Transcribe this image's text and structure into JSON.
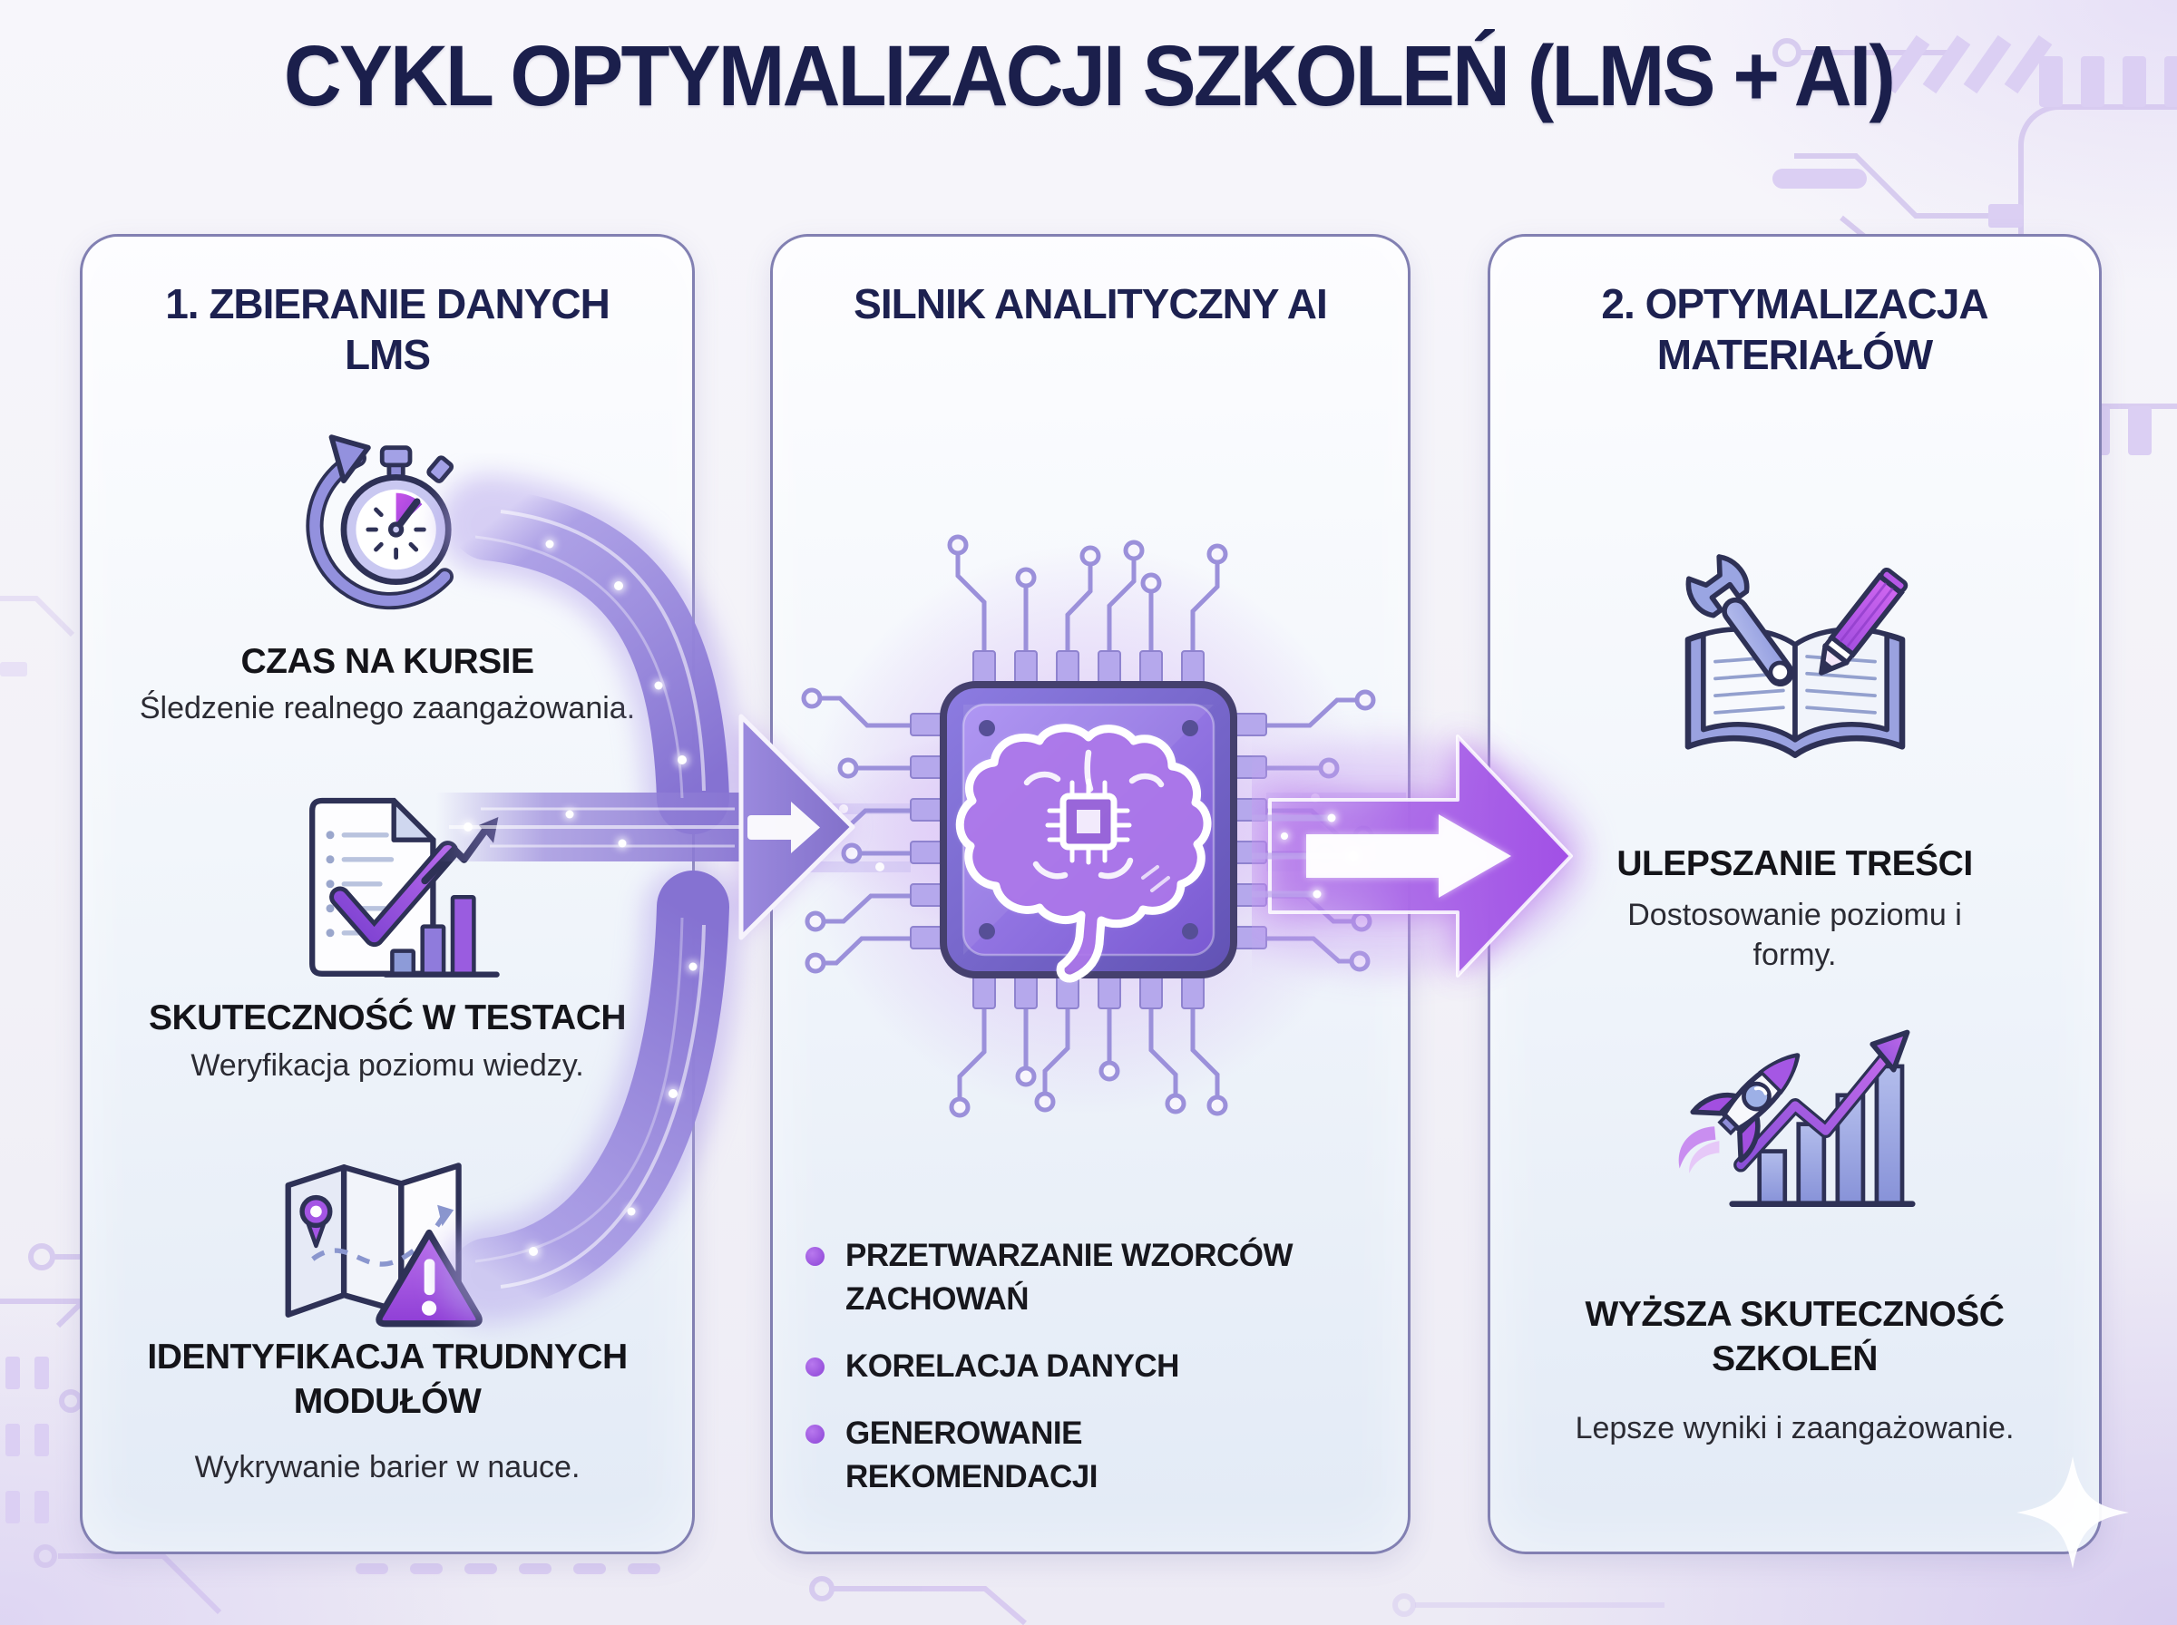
{
  "title": "CYKL OPTYMALIZACJI SZKOLEŃ (LMS + AI)",
  "panels": {
    "left": {
      "header": "1. ZBIERANIE DANYCH LMS",
      "items": [
        {
          "icon": "stopwatch-icon",
          "title": "CZAS NA KURSIE",
          "desc": "Śledzenie realnego zaangażowania."
        },
        {
          "icon": "test-score-chart-icon",
          "title": "SKUTECZNOŚĆ W TESTACH",
          "desc": "Weryfikacja poziomu wiedzy."
        },
        {
          "icon": "map-warning-icon",
          "title": "IDENTYFIKACJA TRUDNYCH MODUŁÓW",
          "desc": "Wykrywanie barier w nauce."
        }
      ]
    },
    "center": {
      "header": "SILNIK ANALITYCZNY AI",
      "icon": "ai-brain-chip-icon",
      "bullets": [
        "PRZETWARZANIE WZORCÓW ZACHOWAŃ",
        "KORELACJA DANYCH",
        "GENEROWANIE REKOMENDACJI"
      ]
    },
    "right": {
      "header": "2. OPTYMALIZACJA MATERIAŁÓW",
      "items": [
        {
          "icon": "book-tools-icon",
          "title": "ULEPSZANIE TREŚCI",
          "desc": "Dostosowanie poziomu i formy."
        },
        {
          "icon": "rocket-growth-icon",
          "title": "WYŻSZA SKUTECZNOŚĆ SZKOLEŃ",
          "desc": "Lepsze wyniki i zaangażowanie."
        }
      ]
    }
  },
  "icons": [
    "stopwatch-icon",
    "test-score-chart-icon",
    "map-warning-icon",
    "ai-brain-chip-icon",
    "book-tools-icon",
    "rocket-growth-icon",
    "converging-arrow",
    "output-arrow",
    "sparkle-icon"
  ],
  "colors": {
    "accent_purple": "#9a4fdc",
    "lavender": "#9a98dd",
    "navy": "#1d2150",
    "panel_border": "#8280b2",
    "text_dark": "#17171d"
  }
}
